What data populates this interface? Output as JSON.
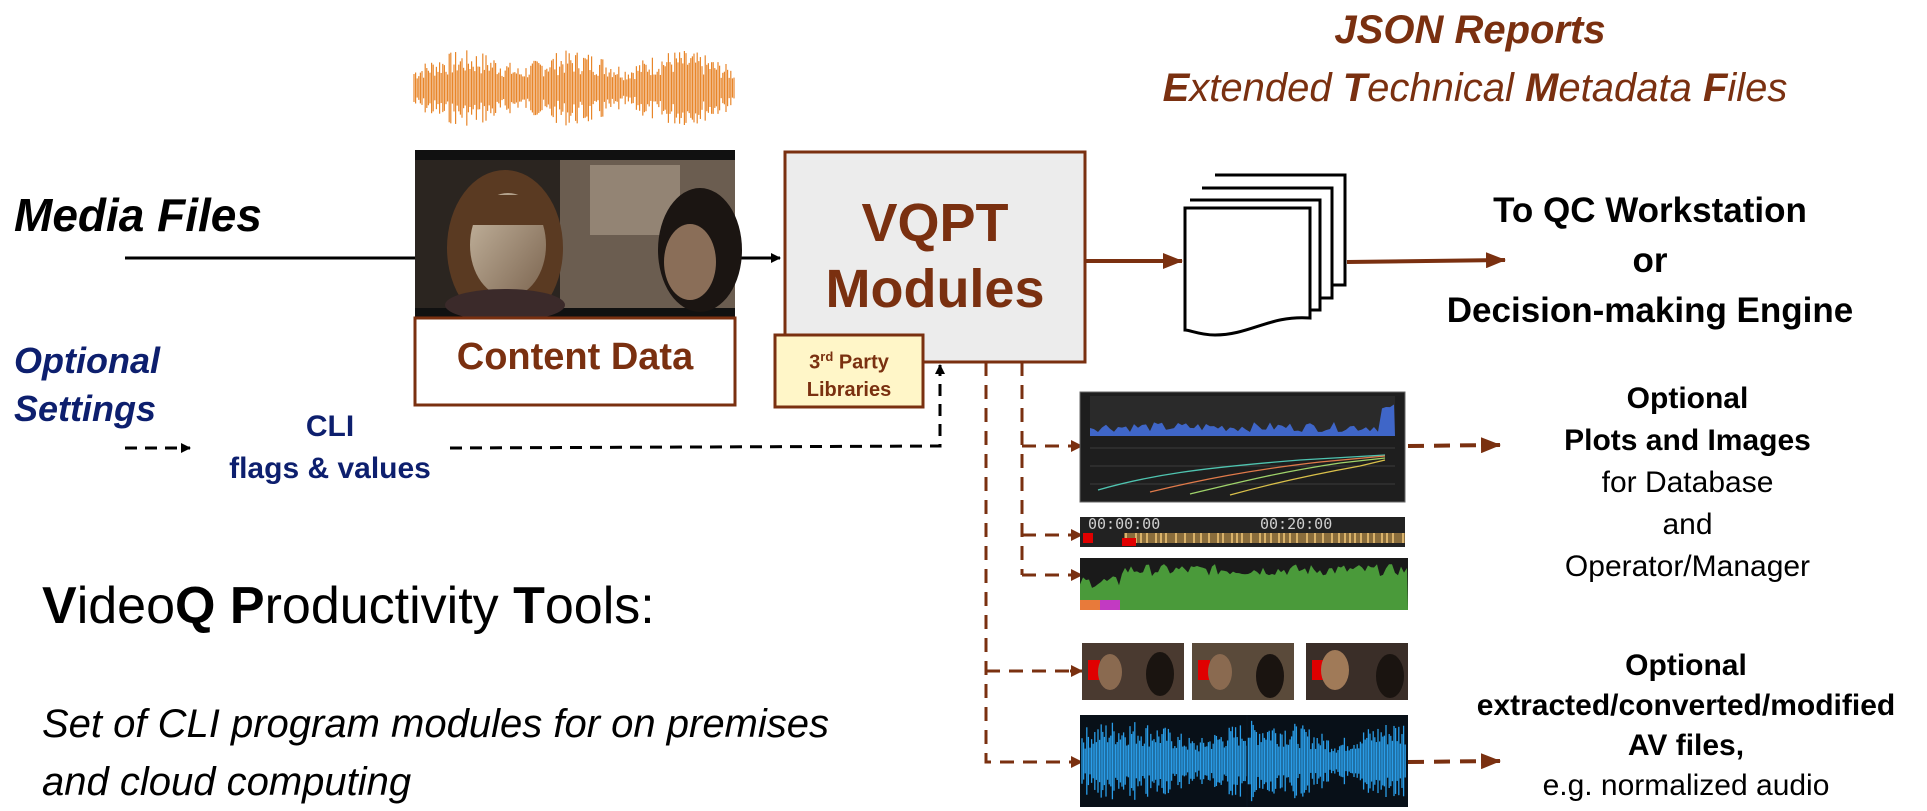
{
  "json_reports": {
    "line1": "JSON Reports",
    "line2": [
      {
        "b": "E",
        "r": "xtended "
      },
      {
        "b": "T",
        "r": "echnical "
      },
      {
        "b": "M",
        "r": "etadata "
      },
      {
        "b": "F",
        "r": "iles"
      }
    ]
  },
  "media_files": "Media Files",
  "content_data": "Content Data",
  "vqpt": {
    "line1": "VQPT",
    "line2": "Modules"
  },
  "third_party": {
    "num": "3",
    "sup": "rd",
    "word": " Party",
    "line2": "Libraries"
  },
  "optional_settings": {
    "line1": "Optional",
    "line2": "Settings"
  },
  "cli": {
    "line1": "CLI",
    "line2": "flags & values"
  },
  "to_qc": {
    "line1": "To QC Workstation",
    "line2": "or",
    "line3": "Decision-making Engine"
  },
  "plots": {
    "line1": "Optional",
    "line2": "Plots and Images",
    "line3": "for Database",
    "line4": "and",
    "line5": "Operator/Manager"
  },
  "av": {
    "line1": "Optional",
    "line2": "extracted/converted/modified",
    "line3": "AV files,",
    "line4": "e.g. normalized audio"
  },
  "timeline": {
    "t1": "00:00:00",
    "t2": "00:20:00"
  },
  "title": [
    {
      "b": "V",
      "r": "ideo"
    },
    {
      "b": "Q",
      "r": " "
    },
    {
      "b": "P",
      "r": "roductivity "
    },
    {
      "b": "T",
      "r": "ools:"
    }
  ],
  "desc": {
    "line1": "Set of CLI program modules for on premises",
    "line2": "and cloud computing"
  },
  "colors": {
    "brown": "#7a3010",
    "navy": "#0d1f6e",
    "box_fill": "#ececec",
    "lib_fill": "#fff6c8"
  }
}
